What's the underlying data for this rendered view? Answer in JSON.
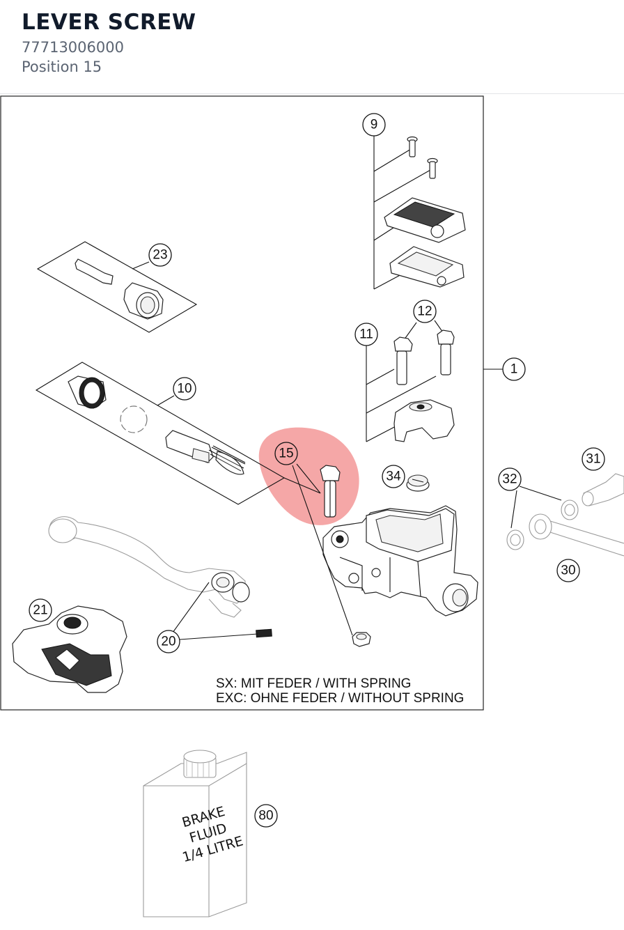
{
  "part": {
    "name": "LEVER SCREW",
    "number": "77713006000",
    "position": "Position 15"
  },
  "diagram": {
    "highlight_color": "#f28a8a",
    "highlighted_callout": "15",
    "callouts": [
      "1",
      "9",
      "10",
      "11",
      "12",
      "15",
      "20",
      "21",
      "23",
      "30",
      "31",
      "32",
      "34",
      "80"
    ],
    "notes": [
      "SX: MIT FEDER / WITH SPRING",
      "EXC: OHNE FEDER / WITHOUT SPRING"
    ],
    "bottle_label": [
      "BRAKE",
      "FLUID",
      "1/4 LITRE"
    ]
  }
}
